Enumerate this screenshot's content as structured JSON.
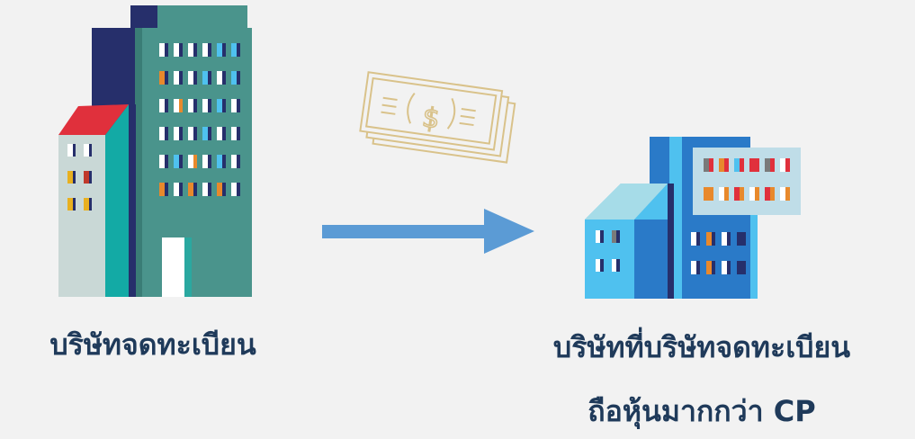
{
  "labels": {
    "listed_company": "บริษัทจดทะเบียน",
    "holding_company_line1": "บริษัทที่บริษัทจดทะเบียน",
    "holding_company_line2": "ถือหุ้นมากกว่า CP"
  },
  "money_symbol": "$",
  "colors": {
    "background": "#f2f2f2",
    "text": "#1f3a5a",
    "arrow": "#5b9bd5",
    "money": "#d9c28a",
    "teal": "#4a948c",
    "navy": "#262f6b",
    "red_roof": "#e0303c",
    "light_blue": "#4fc1ef",
    "mid_blue": "#2a7ac8"
  }
}
